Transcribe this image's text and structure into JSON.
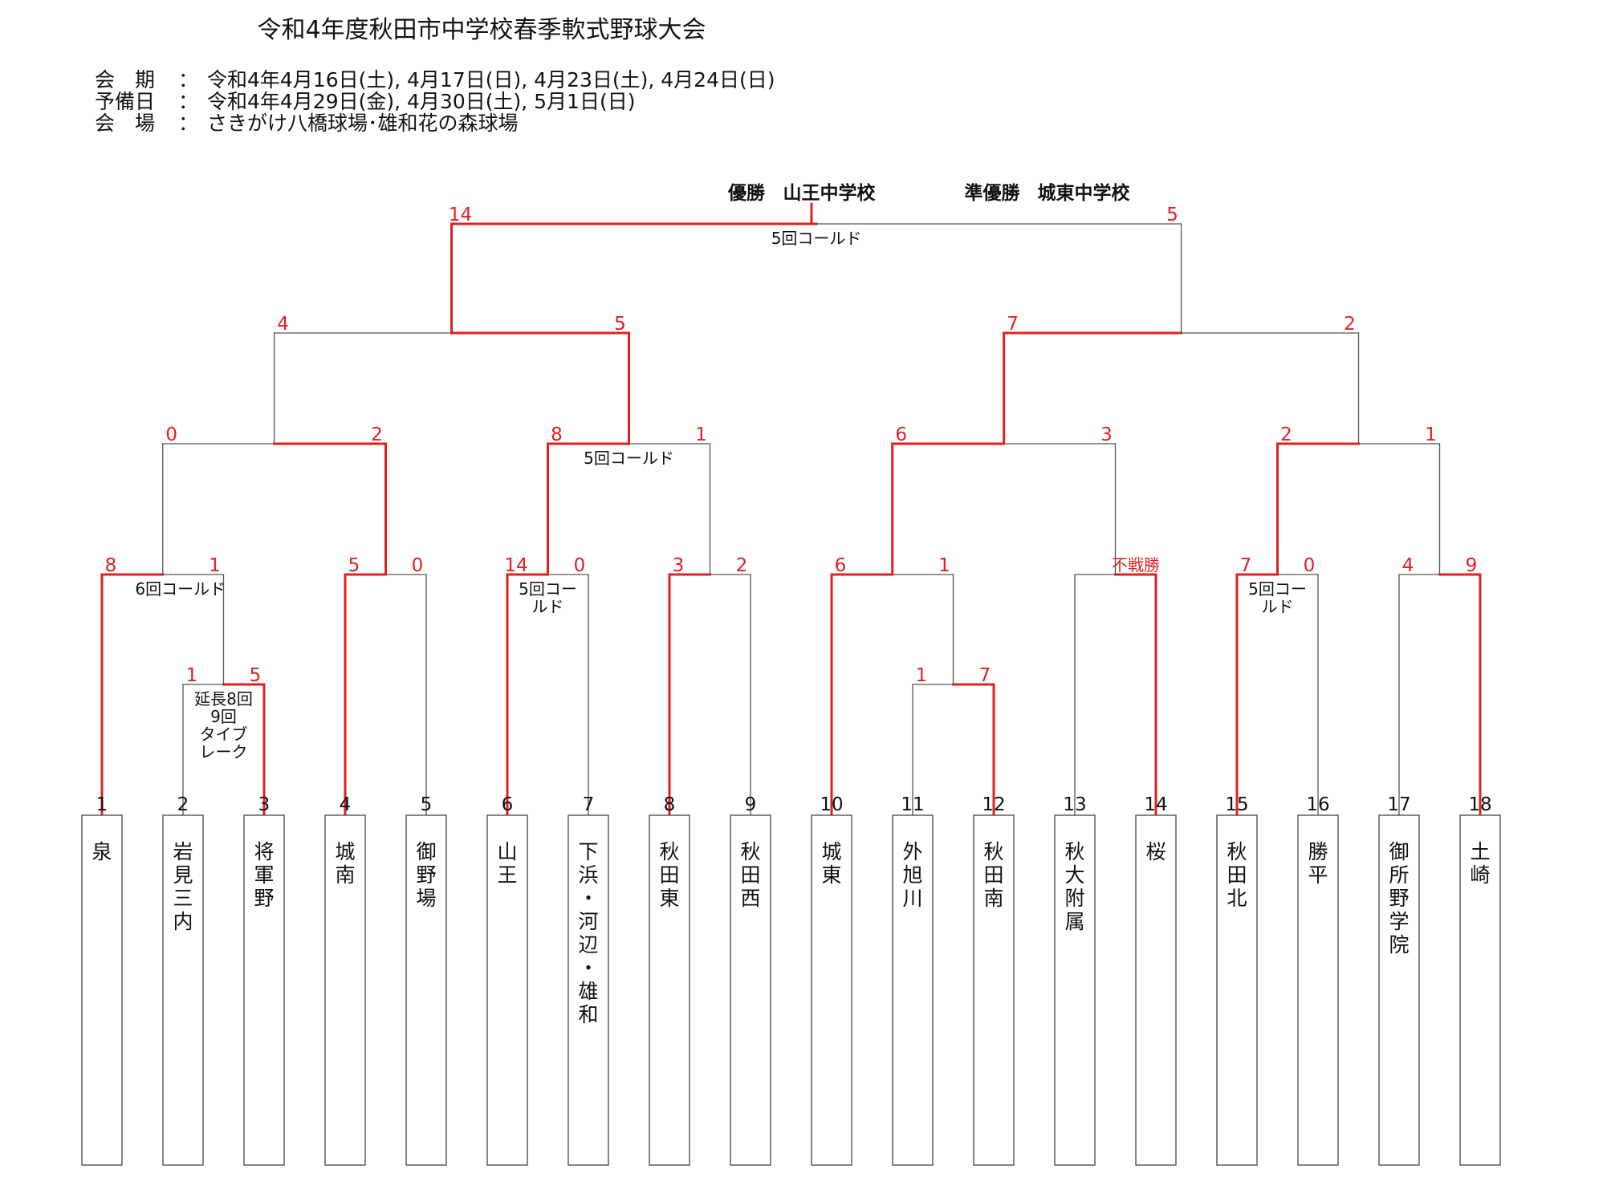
{
  "title": "令和4年度秋田市中学校春季軟式野球大会",
  "info": [
    {
      "label": "会　期",
      "value": "令和4年4月16日(土), 4月17日(日), 4月23日(土), 4月24日(日)"
    },
    {
      "label": "予備日",
      "value": "令和4年4月29日(金), 4月30日(土), 5月1日(日)"
    },
    {
      "label": "会　場",
      "value": "さきがけ八橋球場･雄和花の森球場"
    }
  ],
  "info_colon": "：",
  "results": {
    "champion_label": "優勝",
    "champion": "山王中学校",
    "runner_up_label": "準優勝",
    "runner_up": "城東中学校"
  },
  "teams": [
    {
      "seed": "1",
      "name": "泉"
    },
    {
      "seed": "2",
      "name": "岩見三内"
    },
    {
      "seed": "3",
      "name": "将軍野"
    },
    {
      "seed": "4",
      "name": "城南"
    },
    {
      "seed": "5",
      "name": "御野場"
    },
    {
      "seed": "6",
      "name": "山王"
    },
    {
      "seed": "7",
      "name": "下浜・河辺・雄和"
    },
    {
      "seed": "8",
      "name": "秋田東"
    },
    {
      "seed": "9",
      "name": "秋田西"
    },
    {
      "seed": "10",
      "name": "城東"
    },
    {
      "seed": "11",
      "name": "外旭川"
    },
    {
      "seed": "12",
      "name": "秋田南"
    },
    {
      "seed": "13",
      "name": "秋大附属"
    },
    {
      "seed": "14",
      "name": "桜"
    },
    {
      "seed": "15",
      "name": "秋田北"
    },
    {
      "seed": "16",
      "name": "勝平"
    },
    {
      "seed": "17",
      "name": "御所野学院"
    },
    {
      "seed": "18",
      "name": "土崎"
    }
  ],
  "matches": [
    {
      "id": "m2v3",
      "left": "t2",
      "right": "t3",
      "lscore": "1",
      "rscore": "5",
      "winner": "right",
      "note": [
        "延長8回",
        "9回",
        "タイブ",
        "レーク"
      ]
    },
    {
      "id": "m11v12",
      "left": "t11",
      "right": "t12",
      "lscore": "1",
      "rscore": "7",
      "winner": "right",
      "note": []
    },
    {
      "id": "m1vW23",
      "left": "t1",
      "right": "m2v3",
      "lscore": "8",
      "rscore": "1",
      "winner": "left",
      "note": [
        "6回コールド"
      ]
    },
    {
      "id": "m4v5",
      "left": "t4",
      "right": "t5",
      "lscore": "5",
      "rscore": "0",
      "winner": "left",
      "note": []
    },
    {
      "id": "m6v7",
      "left": "t6",
      "right": "t7",
      "lscore": "14",
      "rscore": "0",
      "winner": "left",
      "note": [
        "5回コー",
        "ルド"
      ]
    },
    {
      "id": "m8v9",
      "left": "t8",
      "right": "t9",
      "lscore": "3",
      "rscore": "2",
      "winner": "left",
      "note": []
    },
    {
      "id": "m10vW",
      "left": "t10",
      "right": "m11v12",
      "lscore": "6",
      "rscore": "1",
      "winner": "left",
      "note": []
    },
    {
      "id": "m13v14",
      "left": "t13",
      "right": "t14",
      "lscore": "",
      "rscore": "",
      "winner": "right",
      "note": [],
      "right_label": "不戦勝"
    },
    {
      "id": "m15v16",
      "left": "t15",
      "right": "t16",
      "lscore": "7",
      "rscore": "0",
      "winner": "left",
      "note": [
        "5回コー",
        "ルド"
      ]
    },
    {
      "id": "m17v18",
      "left": "t17",
      "right": "t18",
      "lscore": "4",
      "rscore": "9",
      "winner": "right",
      "note": []
    },
    {
      "id": "q1",
      "left": "m1vW23",
      "right": "m4v5",
      "lscore": "0",
      "rscore": "2",
      "winner": "right",
      "note": []
    },
    {
      "id": "q2",
      "left": "m6v7",
      "right": "m8v9",
      "lscore": "8",
      "rscore": "1",
      "winner": "left",
      "note": [
        "5回コールド"
      ]
    },
    {
      "id": "q3",
      "left": "m10vW",
      "right": "m13v14",
      "lscore": "6",
      "rscore": "3",
      "winner": "left",
      "note": []
    },
    {
      "id": "q4",
      "left": "m15v16",
      "right": "m17v18",
      "lscore": "2",
      "rscore": "1",
      "winner": "left",
      "note": []
    },
    {
      "id": "s1",
      "left": "q1",
      "right": "q2",
      "lscore": "4",
      "rscore": "5",
      "winner": "right",
      "note": []
    },
    {
      "id": "s2",
      "left": "q3",
      "right": "q4",
      "lscore": "7",
      "rscore": "2",
      "winner": "left",
      "note": []
    },
    {
      "id": "final",
      "left": "s1",
      "right": "s2",
      "lscore": "14",
      "rscore": "5",
      "winner": "left",
      "note": [
        "5回コールド"
      ]
    }
  ],
  "colors": {
    "winner_line": "#e02020",
    "loser_line": "#555555",
    "score_text": "#e02020",
    "text": "#111111"
  }
}
